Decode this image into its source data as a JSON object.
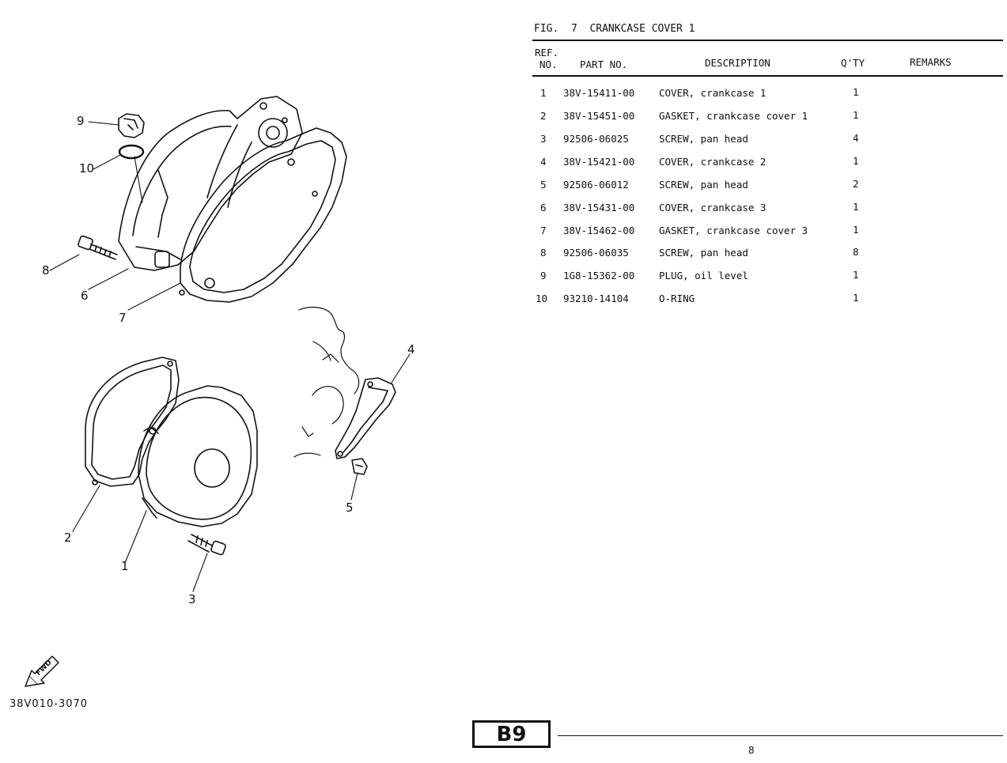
{
  "figure": {
    "label": "FIG.",
    "number": "7",
    "title": "CRANKCASE COVER 1"
  },
  "table": {
    "headers": {
      "ref_line1": "REF.",
      "ref_line2": "NO.",
      "part_no": "PART NO.",
      "description": "DESCRIPTION",
      "qty": "Q'TY",
      "remarks": "REMARKS"
    },
    "rows": [
      {
        "ref": "1",
        "part_no": "38V-15411-00",
        "description": "COVER, crankcase 1",
        "qty": "1",
        "remarks": ""
      },
      {
        "ref": "2",
        "part_no": "38V-15451-00",
        "description": "GASKET, crankcase cover 1",
        "qty": "1",
        "remarks": ""
      },
      {
        "ref": "3",
        "part_no": "92506-06025",
        "description": "SCREW, pan head",
        "qty": "4",
        "remarks": ""
      },
      {
        "ref": "4",
        "part_no": "38V-15421-00",
        "description": "COVER, crankcase 2",
        "qty": "1",
        "remarks": ""
      },
      {
        "ref": "5",
        "part_no": "92506-06012",
        "description": "SCREW, pan head",
        "qty": "2",
        "remarks": ""
      },
      {
        "ref": "6",
        "part_no": "38V-15431-00",
        "description": "COVER, crankcase 3",
        "qty": "1",
        "remarks": ""
      },
      {
        "ref": "7",
        "part_no": "38V-15462-00",
        "description": "GASKET, crankcase cover 3",
        "qty": "1",
        "remarks": ""
      },
      {
        "ref": "8",
        "part_no": "92506-06035",
        "description": "SCREW, pan head",
        "qty": "8",
        "remarks": ""
      },
      {
        "ref": "9",
        "part_no": "1G8-15362-00",
        "description": "PLUG, oil level",
        "qty": "1",
        "remarks": ""
      },
      {
        "ref": "10",
        "part_no": "93210-14104",
        "description": "O-RING",
        "qty": "1",
        "remarks": ""
      }
    ]
  },
  "diagram": {
    "code": "38V010-3070",
    "fwd_label": "FWD",
    "callouts": [
      "1",
      "2",
      "3",
      "4",
      "5",
      "6",
      "7",
      "8",
      "9",
      "10"
    ]
  },
  "footer": {
    "section_badge": "B9",
    "page_number": "8"
  }
}
